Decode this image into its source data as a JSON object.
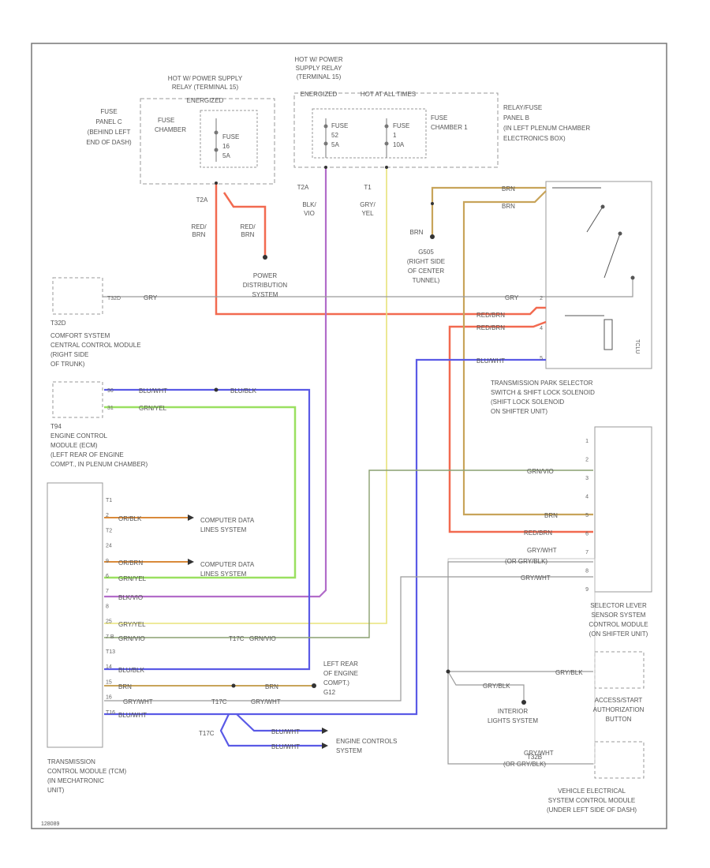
{
  "relays": {
    "hot_left": [
      "HOT W/ POWER SUPPLY",
      "RELAY (TERMINAL 15)",
      "ENERGIZED"
    ],
    "hot_mid": [
      "HOT W/ POWER",
      "SUPPLY RELAY",
      "(TERMINAL 15)",
      "ENERGIZED"
    ],
    "hot_at_all_times": "HOT AT ALL TIMES"
  },
  "fuse_panel_c": [
    "FUSE",
    "PANEL C",
    "(BEHIND LEFT",
    "END OF DASH)"
  ],
  "relay_fuse_panel_b": [
    "RELAY/FUSE",
    "PANEL B",
    "(IN LEFT PLENUM CHAMBER",
    "ELECTRONICS BOX)"
  ],
  "fuse_left": {
    "chamber": [
      "FUSE",
      "CHAMBER"
    ],
    "fuse": [
      "FUSE",
      "16",
      "5A"
    ]
  },
  "fuse_mid_1": {
    "fuse": [
      "FUSE",
      "52",
      "5A"
    ]
  },
  "fuse_mid_2": {
    "fuse": [
      "FUSE",
      "1",
      "10A"
    ],
    "chamber": [
      "FUSE",
      "CHAMBER 1"
    ]
  },
  "wire_labels": {
    "t2a_1": "T2A",
    "t2a_2": "T2A",
    "t1": "T1",
    "red_brn_1": [
      "RED/",
      "BRN"
    ],
    "red_brn_2": [
      "RED/",
      "BRN"
    ],
    "blk_vio": [
      "BLK/",
      "VIO"
    ],
    "gry_yel": [
      "GRY/",
      "YEL"
    ],
    "brn_short": "BRN",
    "brn_top_1": "BRN",
    "brn_top_2": "BRN",
    "gry_comfort": "GRY",
    "gry_park": "GRY",
    "red_brn_park_1": "RED/BRN",
    "red_brn_park_2": "RED/BRN",
    "blu_wht_park": "BLU/WHT",
    "blu_wht_ecm": "BLU/WHT",
    "blu_blk_ecm": "BLU/BLK",
    "grn_yel_ecm": "GRN/YEL",
    "grn_vio_sel": "GRN/VIO",
    "brn_sel": "BRN",
    "red_brn_sel": "RED/BRN",
    "gry_wht_sel_1": "GRY/WHT",
    "or_gry_blk_sel": "(OR GRY/BLK)",
    "gry_wht_sel_2": "GRY/WHT",
    "or_blk_tcm": "OR/BLK",
    "or_brn_tcm": "OR/BRN",
    "grn_yel_tcm": "GRN/YEL",
    "blk_vio_tcm": "BLK/VIO",
    "gry_yel_tcm": "GRY/YEL",
    "grn_vio_tcm": "GRN/VIO",
    "grn_vio_mid": "GRN/VIO",
    "blu_blk_tcm": "BLU/BLK",
    "brn_tcm": "BRN",
    "brn_mid": "BRN",
    "gry_wht_tcm": "GRY/WHT",
    "gry_wht_mid": "GRY/WHT",
    "blu_wht_tcm": "BLU/WHT",
    "blu_wht_ecs_1": "BLU/WHT",
    "blu_wht_ecs_2": "BLU/WHT",
    "gry_blk_access": "GRY/BLK",
    "gry_blk_int": "GRY/BLK",
    "gry_wht_vecm": "GRY/WHT",
    "or_gry_blk_vecm": "(OR GRY/BLK)",
    "t17c_1": "T17C",
    "t17c_2": "T17C",
    "t17c_3": "T17C",
    "t32d": "T32D"
  },
  "modules": {
    "power_distribution": [
      "POWER",
      "DISTRIBUTION",
      "SYSTEM"
    ],
    "ground_g505": [
      "G505",
      "(RIGHT SIDE",
      "OF CENTER",
      "TUNNEL)"
    ],
    "comfort": [
      "COMFORT SYSTEM",
      "CENTRAL CONTROL MODULE",
      "(RIGHT SIDE",
      "OF TRUNK)"
    ],
    "comfort_pin": "T32D",
    "ecm": [
      "ENGINE CONTROL",
      "MODULE (ECM)",
      "(LEFT REAR OF ENGINE",
      "COMPT., IN PLENUM CHAMBER)"
    ],
    "ecm_connector": "T94",
    "park_selector": [
      "TRANSMISSION PARK SELECTOR",
      "SWITCH & SHIFT LOCK SOLENOID",
      "(SHIFT LOCK SOLENOID",
      "ON SHIFTER UNIT)"
    ],
    "selector_lever": [
      "SELECTOR LEVER",
      "SENSOR SYSTEM",
      "CONTROL MODULE",
      "(ON SHIFTER UNIT)"
    ],
    "access_start": [
      "ACCESS/START",
      "AUTHORIZATION",
      "BUTTON"
    ],
    "interior_lights": [
      "INTERIOR",
      "LIGHTS SYSTEM"
    ],
    "vecm": [
      "VEHICLE ELECTRICAL",
      "SYSTEM CONTROL MODULE",
      "(UNDER LEFT SIDE OF DASH)"
    ],
    "tcm": [
      "TRANSMISSION",
      "CONTROL MODULE (TCM)",
      "(IN MECHATRONIC",
      "UNIT)"
    ],
    "computer_data_1": [
      "COMPUTER DATA",
      "LINES SYSTEM"
    ],
    "computer_data_2": [
      "COMPUTER DATA",
      "LINES SYSTEM"
    ],
    "engine_controls": [
      "ENGINE CONTROLS",
      "SYSTEM"
    ],
    "left_rear_ground": [
      "LEFT REAR",
      "OF ENGINE",
      "COMPT.)",
      "G12"
    ],
    "t32d_bottom": "T32B",
    "tclu": "TCLU"
  },
  "tcm_pins": [
    "T1",
    "2",
    "T2",
    "24",
    "9",
    "6",
    "7",
    "8",
    "25",
    "7 B",
    "T13",
    "14",
    "15",
    "16",
    "T16"
  ],
  "ecm_pins": [
    "90",
    "31"
  ],
  "park_pins": [
    "2",
    "4",
    "5"
  ],
  "selector_pins": [
    "1",
    "2",
    "3",
    "4",
    "5",
    "6",
    "7",
    "8",
    "9"
  ],
  "footer_code": "128089",
  "colors": {
    "red": "#f26a50",
    "violet": "#b26cc9",
    "yellow": "#e8e37a",
    "brown": "#c8a45a",
    "gray": "#9a9a9a",
    "blue": "#5a5ae6",
    "green": "#9ae060",
    "dkgreen": "#8aa070",
    "orange": "#d98a3a"
  }
}
